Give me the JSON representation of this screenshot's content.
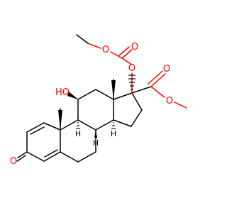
{
  "colors": {
    "background": "#ffffff",
    "bond": "#000000",
    "oxygen": "#ff0000",
    "hydrogen": "#000000"
  },
  "atoms": {
    "o_ether": "O",
    "o_carbonate_carbonyl": "O",
    "o_17": "O",
    "o_ester_carbonyl": "O",
    "o_methoxy": "O",
    "oh_11": "HO",
    "o_ketone": "O",
    "h_9": "H",
    "h_8": "H",
    "h_14": "H"
  }
}
